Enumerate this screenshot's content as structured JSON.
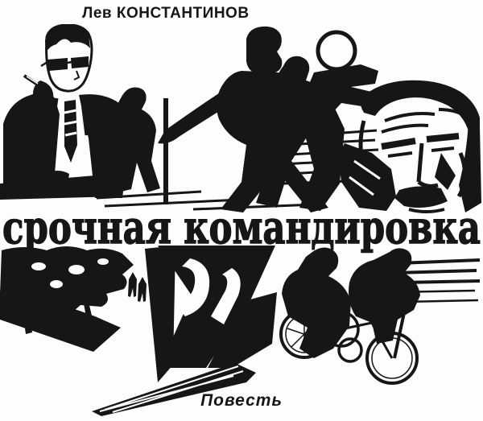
{
  "page": {
    "kind": "illustrated-book-title-page",
    "paper_color": "#fdfdfb",
    "ink_color": "#161616"
  },
  "header": {
    "author": "Лев КОНСТАНТИНОВ"
  },
  "title": {
    "text": "срочная командировка"
  },
  "footer": {
    "genre": "Повесть"
  },
  "illustration": {
    "style": "black-and-white ink drawing",
    "upper_elements": [
      "thinking-man-with-glasses-and-cigarette",
      "small-runner-silhouette",
      "main-runner-silhouette-in-hat",
      "second-runner-silhouette",
      "ball",
      "photographer-with-camera",
      "speed-lines",
      "elderly-man-face-with-phone"
    ],
    "lower_elements": [
      "tree-lined-street-with-pedestrians",
      "dark-wall-band",
      "abstract-shadow-shapes",
      "pencil-wedge",
      "man-bent-over-bicycle",
      "racing-cyclist",
      "speed-lines"
    ]
  }
}
